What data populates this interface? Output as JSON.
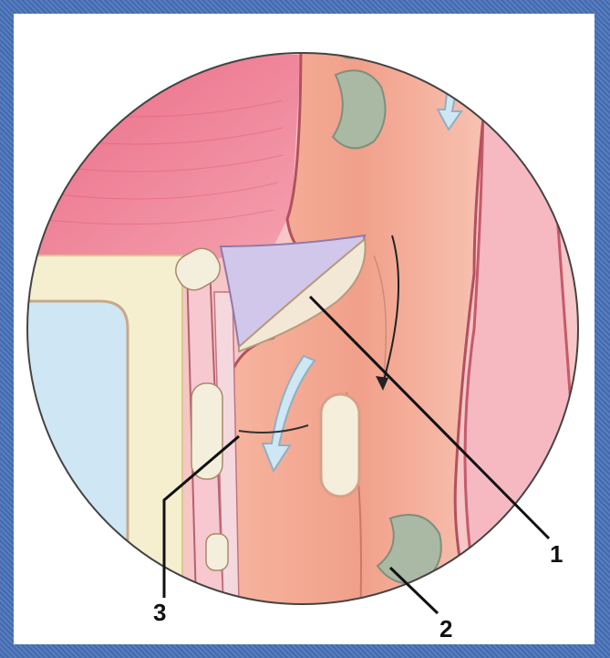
{
  "labels": {
    "one": "1",
    "two": "2",
    "three": "3"
  },
  "colors": {
    "frame": "#4670b8",
    "muscle": "#e04a6b",
    "tissue": "#f3a48e",
    "tissue_light": "#f6c0ae",
    "outline": "#b04a55",
    "node": "#a9b8a0",
    "fluid": "#c9e2f2",
    "bone": "#f4efcf",
    "valve": "#cfc6e6"
  }
}
